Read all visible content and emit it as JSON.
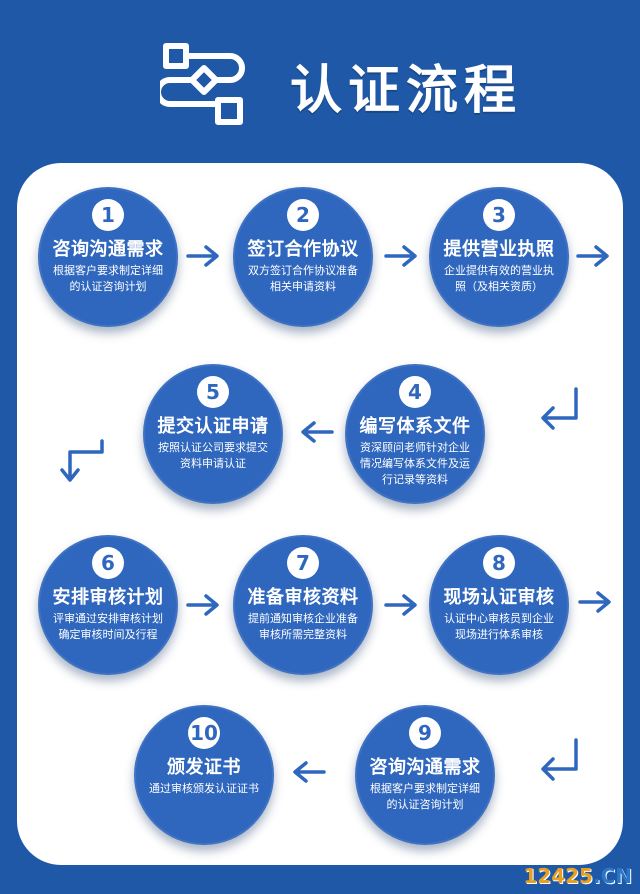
{
  "header": {
    "title": "认证流程",
    "logo_icon": "flowchart-icon"
  },
  "steps": [
    {
      "number": "1",
      "title": "咨询沟通需求",
      "desc": "根据客户要求制定详细的认证咨询计划"
    },
    {
      "number": "2",
      "title": "签订合作协议",
      "desc": "双方签订合作协议准备相关申请资料"
    },
    {
      "number": "3",
      "title": "提供营业执照",
      "desc": "企业提供有效的营业执照（及相关资质）"
    },
    {
      "number": "4",
      "title": "编写体系文件",
      "desc": "资深顾问老师针对企业情况编写体系文件及运行记录等资料"
    },
    {
      "number": "5",
      "title": "提交认证申请",
      "desc": "按照认证公司要求提交资料申请认证"
    },
    {
      "number": "6",
      "title": "安排审核计划",
      "desc": "评审通过安排审核计划确定审核时间及行程"
    },
    {
      "number": "7",
      "title": "准备审核资料",
      "desc": "提前通知审核企业准备审核所需完整资料"
    },
    {
      "number": "8",
      "title": "现场认证审核",
      "desc": "认证中心审核员到企业现场进行体系审核"
    },
    {
      "number": "9",
      "title": "咨询沟通需求",
      "desc": "根据客户要求制定详细的认证咨询计划"
    },
    {
      "number": "10",
      "title": "颁发证书",
      "desc": "通过审核颁发认证证书"
    }
  ],
  "watermark": {
    "main": "12425",
    "suffix": ".CN"
  },
  "colors": {
    "background": "#1f58a6",
    "circle": "#2f67be",
    "arrow": "#2f67be",
    "panel": "#ffffff"
  }
}
